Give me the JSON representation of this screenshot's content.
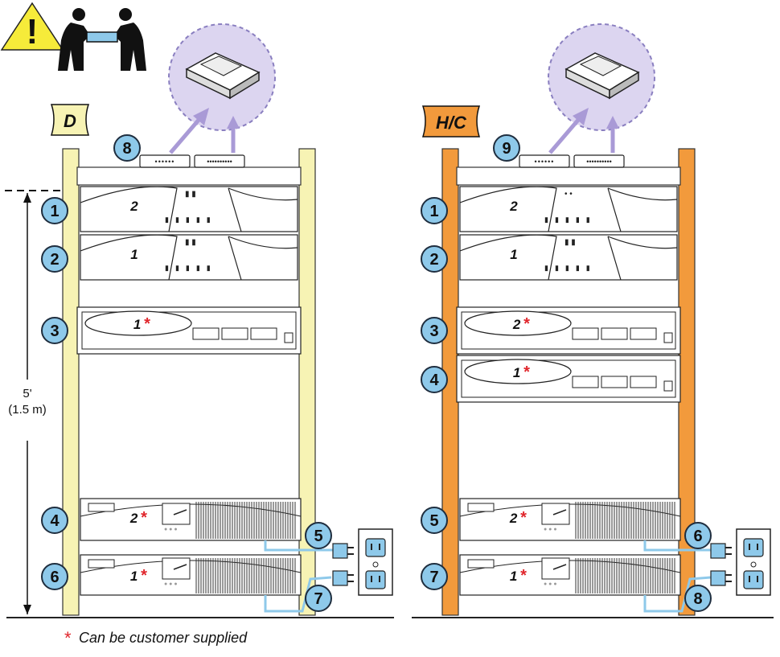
{
  "colors": {
    "rack_d": "#f7f3b4",
    "rack_hc": "#f29a3c",
    "callout": "#8ec9ea",
    "callout_stroke": "#1f2e3f",
    "device": "#ffffff",
    "cable": "#8ec9ea",
    "asterisk": "#e0262c",
    "warning": "#f6eb3a",
    "zoom_stroke": "#8a7fc0",
    "arrow": "#a99ad6"
  },
  "legend": {
    "asterisk": "*",
    "text": "Can be customer supplied"
  },
  "warning": {
    "symbol": "!",
    "icon": "two-person-lift-icon"
  },
  "height_marker": {
    "line1": "5'",
    "line2": "(1.5 m)"
  },
  "config_d": {
    "label": "D",
    "callouts": {
      "c1": "1",
      "c2": "2",
      "c3": "3",
      "c4": "4",
      "c5": "5",
      "c6": "6",
      "c7": "7",
      "c8": "8"
    },
    "units": {
      "server_top": "2",
      "server_bottom": "1",
      "switch": "1",
      "ups_top": "2",
      "ups_bottom": "1"
    }
  },
  "config_hc": {
    "label": "H/C",
    "callouts": {
      "c1": "1",
      "c2": "2",
      "c3": "3",
      "c4": "4",
      "c5": "5",
      "c6": "6",
      "c7": "7",
      "c8": "8",
      "c9": "9"
    },
    "units": {
      "server_top": "2",
      "server_bottom": "1",
      "switch_top": "2",
      "switch_bottom": "1",
      "ups_top": "2",
      "ups_bottom": "1"
    }
  }
}
